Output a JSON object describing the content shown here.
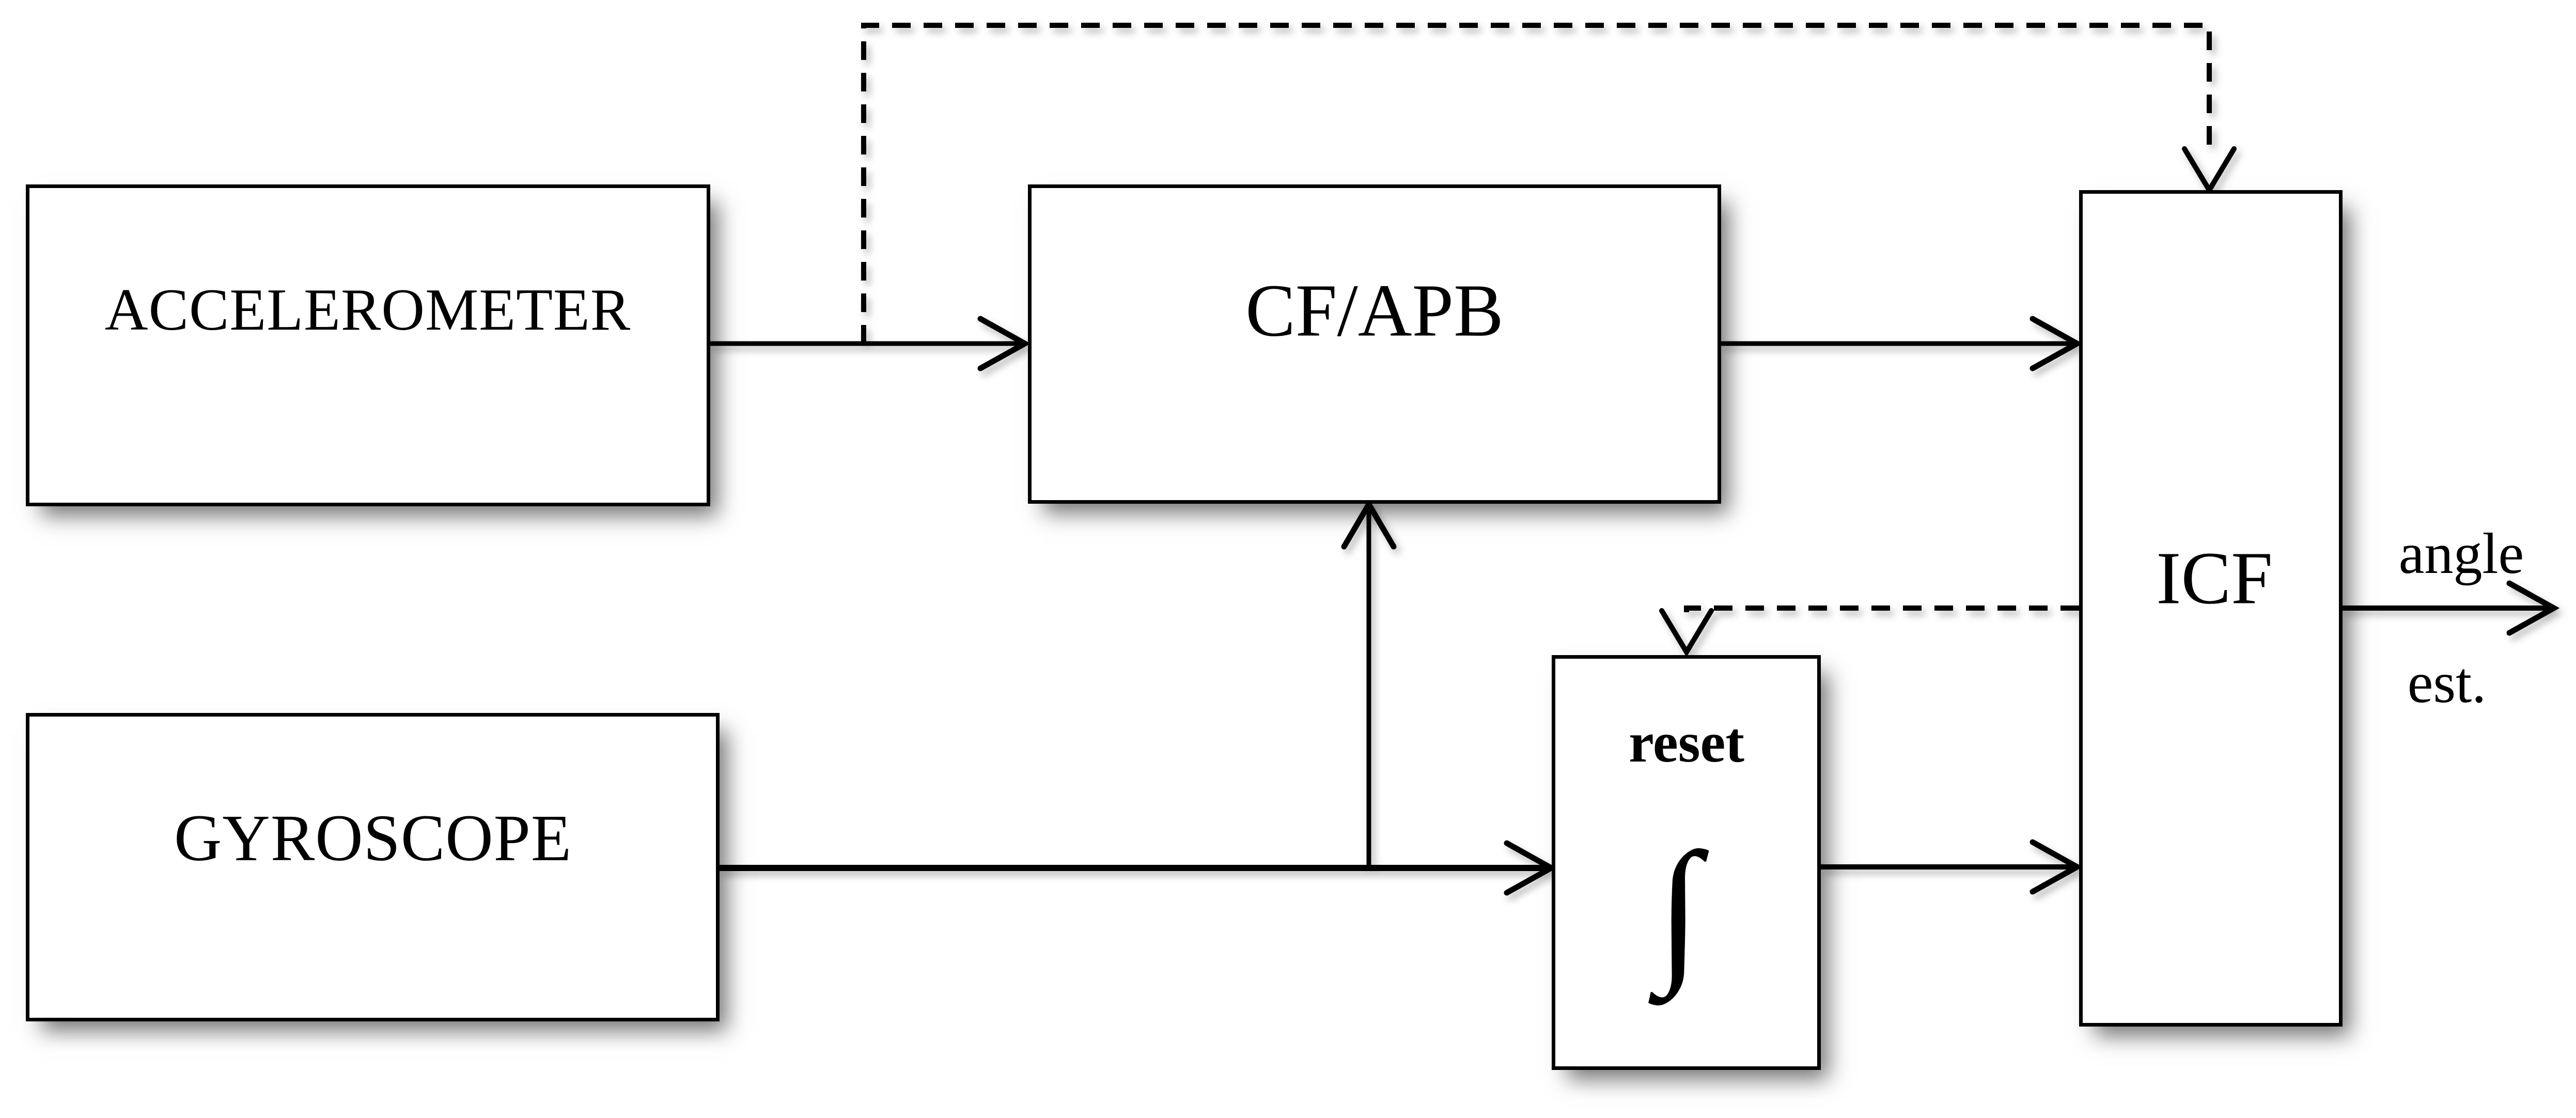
{
  "figure": {
    "background": "#ffffff",
    "line_color": "#000000",
    "box_fill": "#ffffff",
    "shadow_color": "rgba(0,0,0,0.55)",
    "blocks": {
      "accelerometer": {
        "label": "ACCELEROMETER"
      },
      "gyroscope": {
        "label": "GYROSCOPE"
      },
      "cf_apb": {
        "label": "CF/APB"
      },
      "icf": {
        "label": "ICF"
      },
      "integrator": {
        "label": "reset",
        "symbol": "∫"
      }
    },
    "output_labels": {
      "top": "angle",
      "bottom": "est."
    },
    "connections": [
      {
        "from": "accelerometer",
        "to": "cf_apb",
        "style": "solid"
      },
      {
        "from": "cf_apb",
        "to": "icf",
        "style": "solid"
      },
      {
        "from": "gyroscope",
        "to": "integrator",
        "style": "solid"
      },
      {
        "from": "gyroscope",
        "to": "cf_apb",
        "style": "solid",
        "note": "branch tapped from gyroscope line, up into CF/APB bottom"
      },
      {
        "from": "integrator",
        "to": "icf",
        "style": "solid"
      },
      {
        "from": "accelerometer",
        "to": "icf",
        "style": "dashed",
        "note": "tapped from accelerometer output line, routed over the top into ICF top"
      },
      {
        "from": "icf",
        "to": "integrator",
        "style": "dashed",
        "note": "reset feedback into integrator top"
      },
      {
        "from": "icf",
        "to": "output",
        "style": "solid",
        "note": "angle est. output"
      }
    ]
  }
}
